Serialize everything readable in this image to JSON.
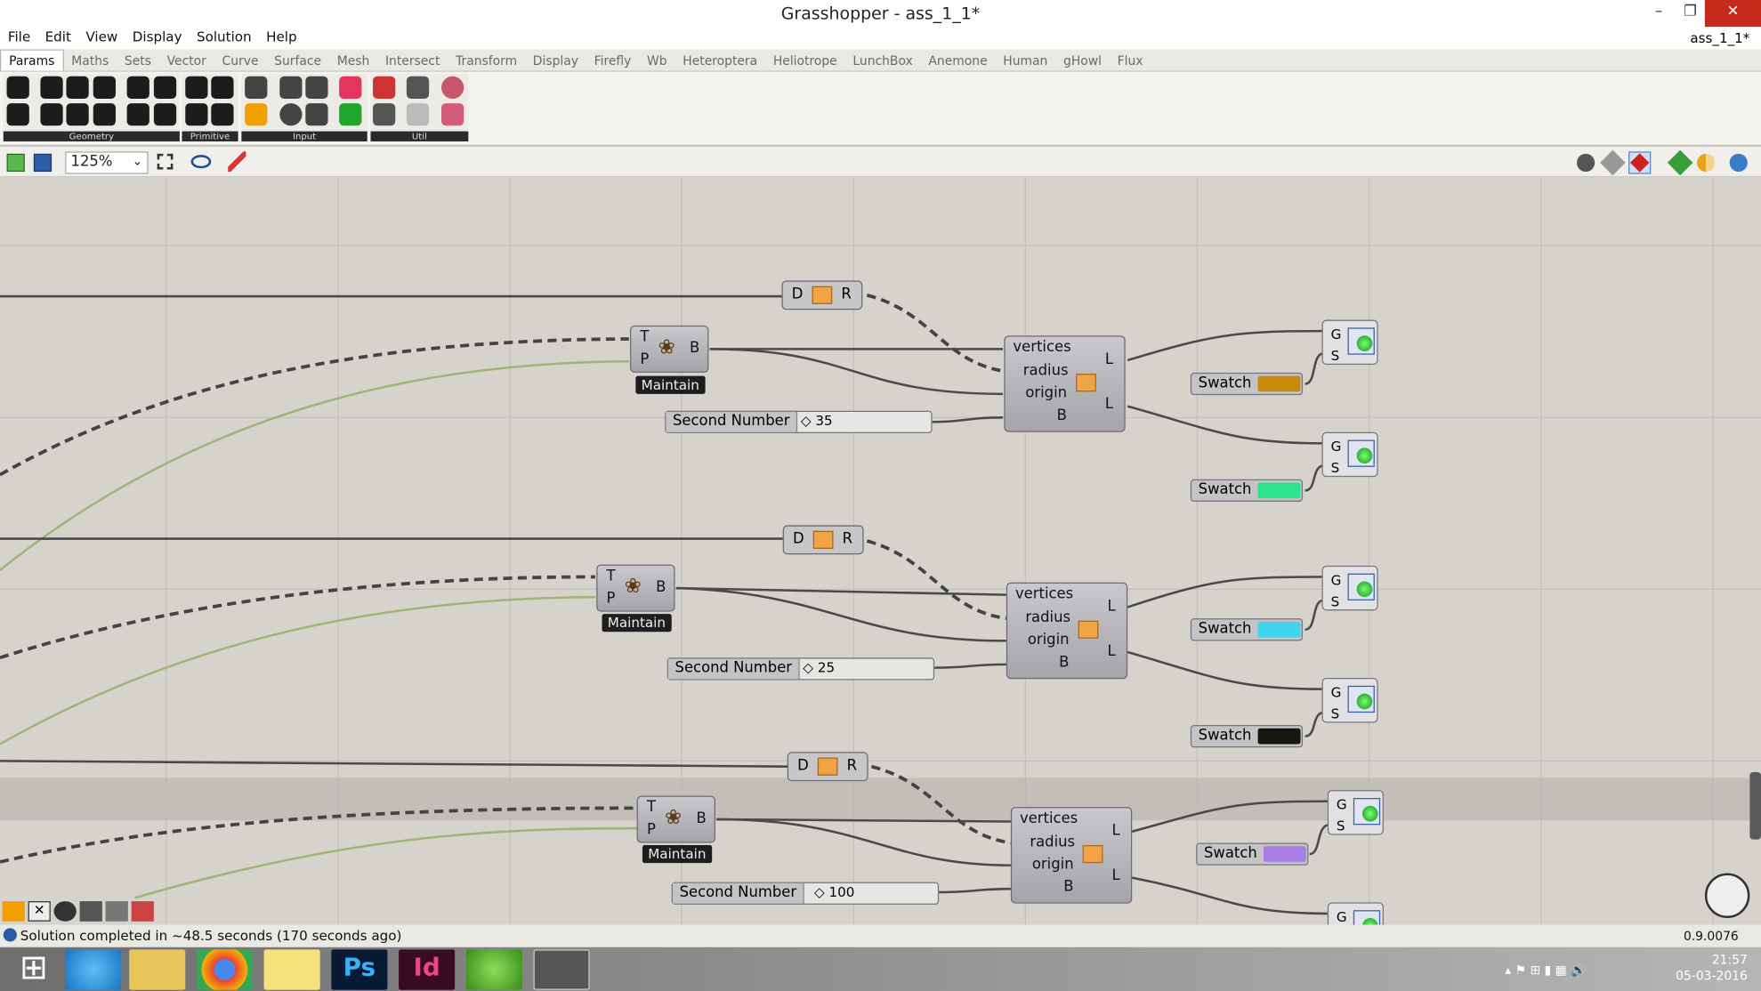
{
  "window": {
    "title": "Grasshopper - ass_1_1*",
    "doc_name": "ass_1_1*",
    "min": "–",
    "max": "❐",
    "close": "✕"
  },
  "menu": [
    "File",
    "Edit",
    "View",
    "Display",
    "Solution",
    "Help"
  ],
  "tabs": [
    "Params",
    "Maths",
    "Sets",
    "Vector",
    "Curve",
    "Surface",
    "Mesh",
    "Intersect",
    "Transform",
    "Display",
    "Firefly",
    "Wb",
    "Heteroptera",
    "Heliotrope",
    "LunchBox",
    "Anemone",
    "Human",
    "gHowl",
    "Flux"
  ],
  "ribbon_groups": [
    "Geometry",
    "Primitive",
    "Input",
    "Util"
  ],
  "canvas_toolbar": {
    "zoom": "125%"
  },
  "groups": [
    {
      "tree": {
        "t": "T",
        "p": "P",
        "b": "B",
        "tag": "Maintain"
      },
      "dr": {
        "d": "D",
        "r": "R"
      },
      "comp": {
        "vertices": "vertices",
        "radius": "radius",
        "origin": "origin",
        "b": "B",
        "l1": "L",
        "l2": "L"
      },
      "slider": {
        "label": "Second Number",
        "value": "◇ 35"
      },
      "swatches": [
        {
          "label": "Swatch",
          "color": "#c88a0e"
        },
        {
          "label": "Swatch",
          "color": "#2de38b"
        }
      ]
    },
    {
      "tree": {
        "t": "T",
        "p": "P",
        "b": "B",
        "tag": "Maintain"
      },
      "dr": {
        "d": "D",
        "r": "R"
      },
      "comp": {
        "vertices": "vertices",
        "radius": "radius",
        "origin": "origin",
        "b": "B",
        "l1": "L",
        "l2": "L"
      },
      "slider": {
        "label": "Second Number",
        "value": "◇ 25"
      },
      "swatches": [
        {
          "label": "Swatch",
          "color": "#3fd5ee"
        },
        {
          "label": "Swatch",
          "color": "#15180d"
        }
      ]
    },
    {
      "tree": {
        "t": "T",
        "p": "P",
        "b": "B",
        "tag": "Maintain"
      },
      "dr": {
        "d": "D",
        "r": "R"
      },
      "comp": {
        "vertices": "vertices",
        "radius": "radius",
        "origin": "origin",
        "b": "B",
        "l1": "L",
        "l2": "L"
      },
      "slider": {
        "label": "Second Number",
        "value": "◇ 100"
      },
      "swatches": [
        {
          "label": "Swatch",
          "color": "#a97fe6"
        }
      ]
    }
  ],
  "preview": {
    "g": "G",
    "s": "S"
  },
  "status": {
    "message": "Solution completed in ~48.5 seconds (170 seconds ago)",
    "version": "0.9.0076"
  },
  "clock": {
    "time": "21:57",
    "date": "05-03-2016"
  },
  "taskbar_apps": [
    "Windows start",
    "Internet Explorer",
    "File Explorer",
    "Chrome",
    "Sticky notes",
    "Photoshop",
    "InDesign",
    "uTorrent",
    "Rhino"
  ],
  "app_badges": {
    "ps": "Ps",
    "id": "Id"
  }
}
